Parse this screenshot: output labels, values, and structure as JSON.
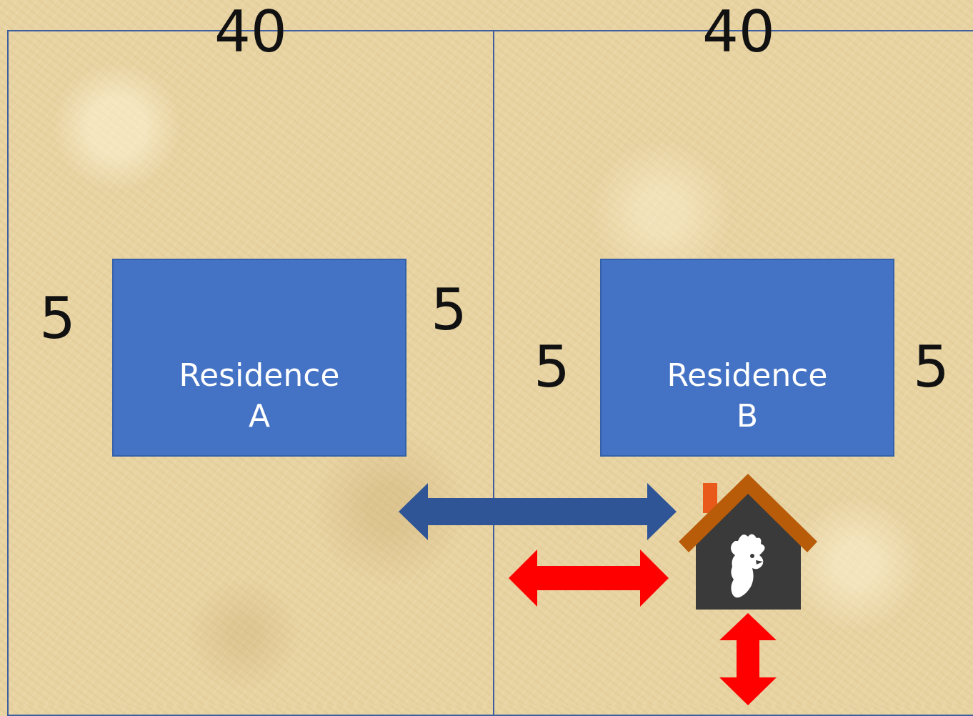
{
  "lots": {
    "left_width": "40",
    "right_width": "40"
  },
  "setbacks": {
    "a_left": "5",
    "a_right": "5",
    "b_left": "5",
    "b_right": "5"
  },
  "residences": {
    "a_line1": "Residence",
    "a_line2": "A",
    "b_line1": "Residence",
    "b_line2": "B"
  },
  "icons": [
    "chicken-coop-icon",
    "double-arrow-icon"
  ],
  "colors": {
    "residence_fill": "#4472c4",
    "blue_arrow": "#2f5597",
    "red_arrow": "#ff0000",
    "roof": "#b85c0a",
    "coop_body": "#3a3a3a"
  }
}
